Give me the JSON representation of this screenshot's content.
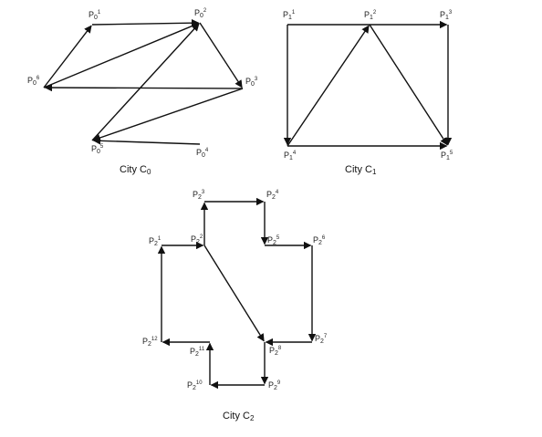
{
  "cities": [
    {
      "caption": {
        "base": "City C",
        "sub": "0"
      },
      "nodes": [
        {
          "id": "P0_1",
          "base": "P",
          "sub": "0",
          "sup": "1"
        },
        {
          "id": "P0_2",
          "base": "P",
          "sub": "0",
          "sup": "2"
        },
        {
          "id": "P0_3",
          "base": "P",
          "sub": "0",
          "sup": "3"
        },
        {
          "id": "P0_4",
          "base": "P",
          "sub": "0",
          "sup": "4"
        },
        {
          "id": "P0_5",
          "base": "P",
          "sub": "0",
          "sup": "5"
        },
        {
          "id": "P0_6",
          "base": "P",
          "sub": "0",
          "sup": "6"
        }
      ],
      "edges": [
        {
          "from": "P0_1",
          "to": "P0_2"
        },
        {
          "from": "P0_2",
          "to": "P0_3"
        },
        {
          "from": "P0_3",
          "to": "P0_6"
        },
        {
          "from": "P0_6",
          "to": "P0_1"
        },
        {
          "from": "P0_6",
          "to": "P0_2"
        },
        {
          "from": "P0_3",
          "to": "P0_5"
        },
        {
          "from": "P0_5",
          "to": "P0_2"
        },
        {
          "from": "P0_4",
          "to": "P0_5"
        }
      ]
    },
    {
      "caption": {
        "base": "City C",
        "sub": "1"
      },
      "nodes": [
        {
          "id": "P1_1",
          "base": "P",
          "sub": "1",
          "sup": "1"
        },
        {
          "id": "P1_2",
          "base": "P",
          "sub": "1",
          "sup": "2"
        },
        {
          "id": "P1_3",
          "base": "P",
          "sub": "1",
          "sup": "3"
        },
        {
          "id": "P1_4",
          "base": "P",
          "sub": "1",
          "sup": "4"
        },
        {
          "id": "P1_5",
          "base": "P",
          "sub": "1",
          "sup": "5"
        }
      ],
      "edges": [
        {
          "from": "P1_1",
          "to": "P1_3"
        },
        {
          "from": "P1_1",
          "to": "P1_4"
        },
        {
          "from": "P1_4",
          "to": "P1_2"
        },
        {
          "from": "P1_2",
          "to": "P1_5"
        },
        {
          "from": "P1_3",
          "to": "P1_5"
        },
        {
          "from": "P1_4",
          "to": "P1_5"
        }
      ]
    },
    {
      "caption": {
        "base": "City C",
        "sub": "2"
      },
      "nodes": [
        {
          "id": "P2_1",
          "base": "P",
          "sub": "2",
          "sup": "1"
        },
        {
          "id": "P2_2",
          "base": "P",
          "sub": "2",
          "sup": "2"
        },
        {
          "id": "P2_3",
          "base": "P",
          "sub": "2",
          "sup": "3"
        },
        {
          "id": "P2_4",
          "base": "P",
          "sub": "2",
          "sup": "4"
        },
        {
          "id": "P2_5",
          "base": "P",
          "sub": "2",
          "sup": "5"
        },
        {
          "id": "P2_6",
          "base": "P",
          "sub": "2",
          "sup": "6"
        },
        {
          "id": "P2_7",
          "base": "P",
          "sub": "2",
          "sup": "7"
        },
        {
          "id": "P2_8",
          "base": "P",
          "sub": "2",
          "sup": "8"
        },
        {
          "id": "P2_9",
          "base": "P",
          "sub": "2",
          "sup": "9"
        },
        {
          "id": "P2_10",
          "base": "P",
          "sub": "2",
          "sup": "10"
        },
        {
          "id": "P2_11",
          "base": "P",
          "sub": "2",
          "sup": "11"
        },
        {
          "id": "P2_12",
          "base": "P",
          "sub": "2",
          "sup": "12"
        }
      ],
      "edges": [
        {
          "from": "P2_12",
          "to": "P2_1"
        },
        {
          "from": "P2_1",
          "to": "P2_2"
        },
        {
          "from": "P2_2",
          "to": "P2_3"
        },
        {
          "from": "P2_3",
          "to": "P2_4"
        },
        {
          "from": "P2_4",
          "to": "P2_5"
        },
        {
          "from": "P2_5",
          "to": "P2_6"
        },
        {
          "from": "P2_6",
          "to": "P2_7"
        },
        {
          "from": "P2_7",
          "to": "P2_8"
        },
        {
          "from": "P2_8",
          "to": "P2_9"
        },
        {
          "from": "P2_9",
          "to": "P2_10"
        },
        {
          "from": "P2_10",
          "to": "P2_11"
        },
        {
          "from": "P2_11",
          "to": "P2_12"
        },
        {
          "from": "P2_2",
          "to": "P2_8"
        }
      ]
    }
  ]
}
